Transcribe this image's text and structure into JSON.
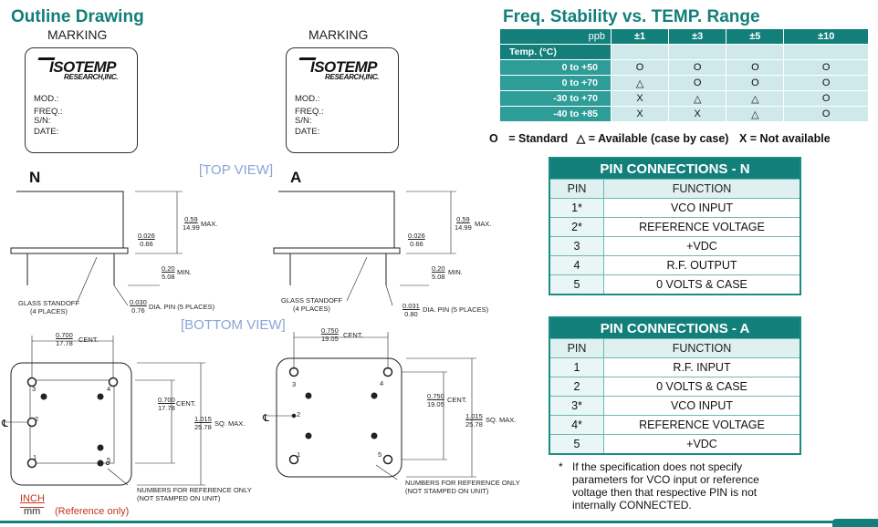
{
  "outline": {
    "title": "Outline Drawing",
    "marking_label": "MARKING",
    "logo_main": "ISOTEMP",
    "logo_sub": "RESEARCH,INC.",
    "fields": [
      "MOD.:",
      "FREQ.:",
      "S/N:",
      "DATE:"
    ],
    "views": {
      "top": "[TOP VIEW]",
      "bottom": "[BOTTOM VIEW]"
    },
    "variant_n": "N",
    "variant_a": "A",
    "dims": {
      "max_in": "0.59",
      "max_mm": "14.99",
      "max_label": "MAX.",
      "d1_in": "0.026",
      "d1_mm": "0.66",
      "min_in": "0.20",
      "min_mm": "5.08",
      "min_label": "MIN.",
      "standoff": "GLASS STANDOFF",
      "standoff_places": "(4 PLACES)",
      "dia_n_in": "0.030",
      "dia_n_mm": "0.76",
      "dia_a_in": "0.031",
      "dia_a_mm": "0.80",
      "dia_label": "DIA. PIN (5 PLACES)",
      "cent_n_in": "0.700",
      "cent_n_mm": "17.78",
      "cent_a_in": "0.750",
      "cent_a_mm": "19.05",
      "cent_label": "CENT.",
      "sq_in": "1.015",
      "sq_mm": "25.78",
      "sq_label": "SQ. MAX.",
      "cl": "℄",
      "ref_note_1": "NUMBERS FOR REFERENCE ONLY",
      "ref_note_2": "(NOT STAMPED ON UNIT)"
    },
    "pins_n": [
      "1",
      "2",
      "3",
      "4",
      "5"
    ],
    "pins_a": [
      "1",
      "2",
      "3",
      "4",
      "5"
    ],
    "units": {
      "inch": "INCH",
      "mm": "mm",
      "ref": "(Reference only)"
    }
  },
  "stability": {
    "title": "Freq. Stability vs. TEMP. Range",
    "unit": "ppb",
    "temp_label": "Temp. (°C)",
    "columns": [
      "±1",
      "±3",
      "±5",
      "±10"
    ],
    "rows": [
      {
        "range": "0 to +50",
        "cells": [
          "O",
          "O",
          "O",
          "O"
        ]
      },
      {
        "range": "0 to +70",
        "cells": [
          "△",
          "O",
          "O",
          "O"
        ]
      },
      {
        "range": "-30 to +70",
        "cells": [
          "X",
          "△",
          "△",
          "O"
        ]
      },
      {
        "range": "-40 to +85",
        "cells": [
          "X",
          "X",
          "△",
          "O"
        ]
      }
    ],
    "legend": {
      "standard_sym": "O",
      "standard": "= Standard",
      "available_sym": "△",
      "available": "= Available (case by case)",
      "na_sym": "X",
      "na": "= Not available"
    }
  },
  "pins_n_table": {
    "title": "PIN CONNECTIONS - N",
    "col_pin": "PIN",
    "col_function": "FUNCTION",
    "rows": [
      {
        "pin": "1*",
        "function": "VCO INPUT"
      },
      {
        "pin": "2*",
        "function": "REFERENCE VOLTAGE"
      },
      {
        "pin": "3",
        "function": "+VDC"
      },
      {
        "pin": "4",
        "function": "R.F. OUTPUT"
      },
      {
        "pin": "5",
        "function": "0 VOLTS & CASE"
      }
    ]
  },
  "pins_a_table": {
    "title": "PIN CONNECTIONS - A",
    "col_pin": "PIN",
    "col_function": "FUNCTION",
    "rows": [
      {
        "pin": "1",
        "function": "R.F. INPUT"
      },
      {
        "pin": "2",
        "function": "0 VOLTS & CASE"
      },
      {
        "pin": "3*",
        "function": "VCO INPUT"
      },
      {
        "pin": "4*",
        "function": "REFERENCE VOLTAGE"
      },
      {
        "pin": "5",
        "function": "+VDC"
      }
    ]
  },
  "footnote": {
    "star": "*",
    "lines": [
      "If the specification does not specify",
      "parameters for VCO input or reference",
      "voltage  then that  respective PIN is not",
      "internally CONNECTED."
    ]
  },
  "colors": {
    "accent": "#137f7a",
    "table_row": "#cfe9ea",
    "view_label": "#8aa5d6",
    "unit_red": "#c2351f"
  }
}
